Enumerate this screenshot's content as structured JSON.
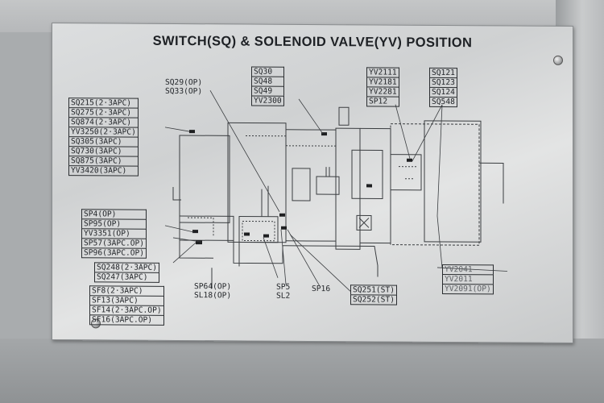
{
  "title": "SWITCH(SQ) & SOLENOID VALVE(YV) POSITION",
  "labels": {
    "sq29": "SQ29(OP)",
    "sq33": "SQ33(OP)",
    "top_center": [
      "SQ30",
      "SQ48",
      "SQ49",
      "YV2300"
    ],
    "top_right_a": [
      "YV2111",
      "YV2181",
      "YV2281",
      "SP12"
    ],
    "top_right_b": [
      "SQ121",
      "SQ123",
      "SQ124",
      "SQ548"
    ],
    "left_upper": [
      "SQ215(2·3APC)",
      "SQ275(2·3APC)",
      "SQ874(2·3APC)",
      "YV3250(2·3APC)",
      "SQ305(3APC)",
      "SQ730(3APC)",
      "SQ875(3APC)",
      "YV3420(3APC)"
    ],
    "left_mid": [
      "SP4(OP)",
      "SP95(OP)",
      "YV3351(OP)",
      "SP57(3APC.OP)",
      "SP96(3APC.OP)"
    ],
    "left_lower": [
      "SQ248(2·3APC)",
      "SQ247(3APC)"
    ],
    "left_bottom": [
      "SF8(2·3APC)",
      "SF13(3APC)",
      "SF14(2·3APC.OP)",
      "SF16(3APC.OP)"
    ],
    "sp64": "SP64(OP)",
    "sl18": "SL18(OP)",
    "sp5": "SP5",
    "sl2": "SL2",
    "sp16": "SP16",
    "bottom_st": [
      "SQ251(ST)",
      "SQ252(ST)"
    ],
    "right_lower": [
      "YV2041",
      "YV2011",
      "YV2091(OP)"
    ]
  }
}
